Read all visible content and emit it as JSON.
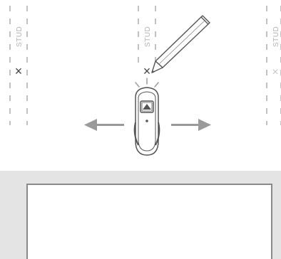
{
  "studs": [
    {
      "label": "STUD",
      "marked": true
    },
    {
      "label": "STUD",
      "marked": true
    },
    {
      "label": "STUD",
      "marked": false
    }
  ],
  "mark_symbol": "×",
  "colors": {
    "line": "#a8a8a8",
    "text": "#b3b3b3",
    "arrow": "#9a9a9a",
    "outline": "#555555",
    "panel": "#e4e4e4",
    "frame": "#8a8a8a"
  },
  "icons": [
    "pencil-icon",
    "stud-finder-icon",
    "arrow-left-icon",
    "arrow-right-icon"
  ]
}
